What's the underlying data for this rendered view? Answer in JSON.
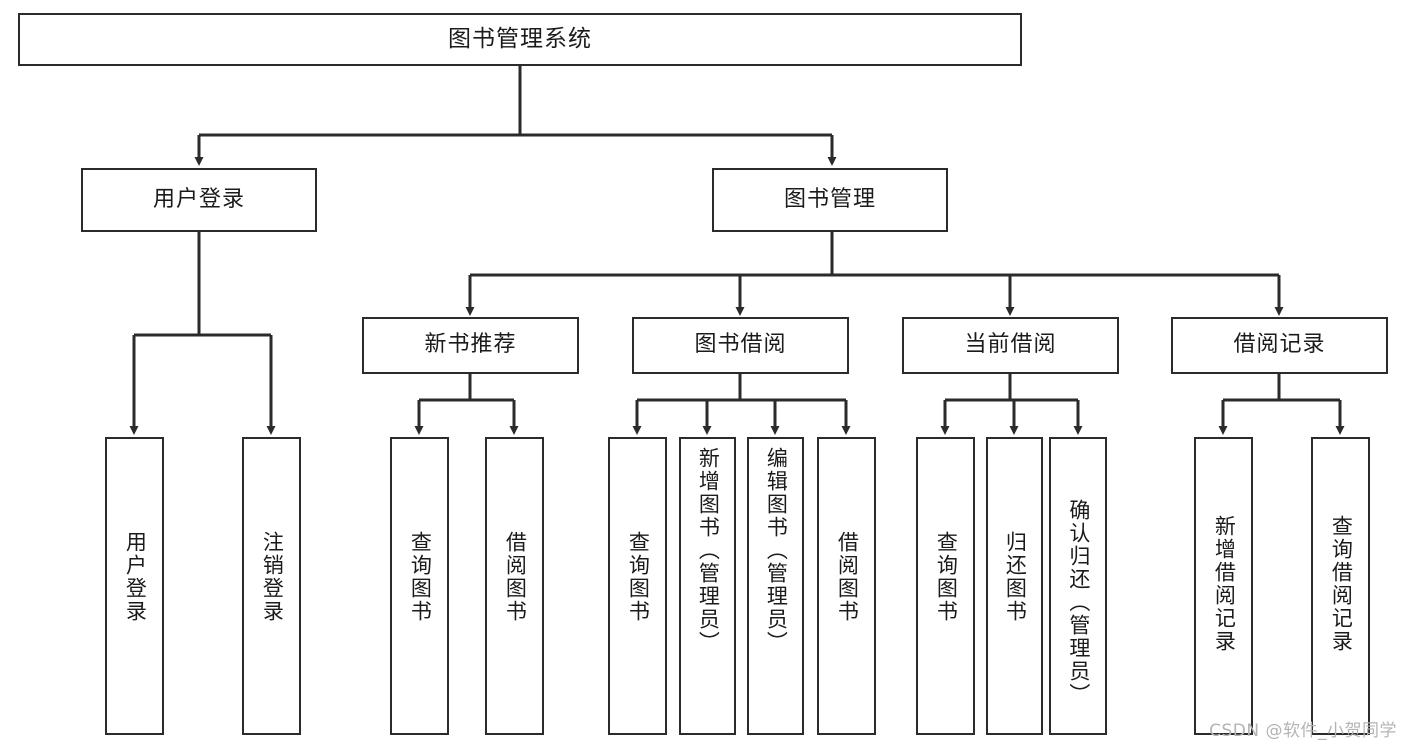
{
  "diagram": {
    "type": "tree",
    "title": "图书管理系统",
    "orientation": "top-down",
    "colors": {
      "box_border": "#2b2b2b",
      "box_fill": "#ffffff",
      "line": "#2b2b2b",
      "text": "#1b1b1b",
      "watermark": "#b4b4b4"
    }
  },
  "root": {
    "label": "图书管理系统"
  },
  "level2": [
    {
      "label": "用户登录"
    },
    {
      "label": "图书管理"
    }
  ],
  "level3": [
    {
      "label": "新书推荐"
    },
    {
      "label": "图书借阅"
    },
    {
      "label": "当前借阅"
    },
    {
      "label": "借阅记录"
    }
  ],
  "leaves": {
    "user_login": [
      {
        "label": "用户登录"
      },
      {
        "label": "注销登录"
      }
    ],
    "new_books": [
      {
        "label": "查询图书"
      },
      {
        "label": "借阅图书"
      }
    ],
    "book_borrow": [
      {
        "label": "查询图书"
      },
      {
        "label": "新增图书（管理员）"
      },
      {
        "label": "编辑图书（管理员）"
      },
      {
        "label": "借阅图书"
      }
    ],
    "current_borrow": [
      {
        "label": "查询图书"
      },
      {
        "label": "归还图书"
      },
      {
        "label": "确认归还（管理员）"
      }
    ],
    "borrow_record": [
      {
        "label": "新增借阅记录"
      },
      {
        "label": "查询借阅记录"
      }
    ]
  },
  "watermark": {
    "text": "CSDN @软件_小贺同学"
  }
}
